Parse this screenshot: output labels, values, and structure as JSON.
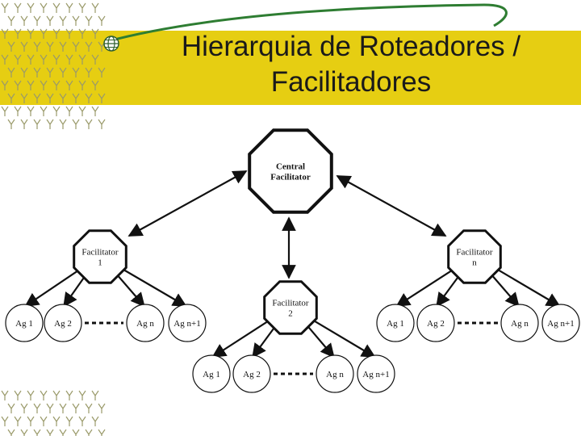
{
  "slide": {
    "title_line1": "Hierarquia de Roteadores /",
    "title_line2": "Facilitadores",
    "bullet_icon": "globe-bullet-icon",
    "colors": {
      "title_band": "#e6ce12",
      "swoosh": "#2e7d32",
      "pattern": "#9a9a6a",
      "node_stroke": "#111111"
    }
  },
  "diagram": {
    "central": [
      "Central",
      "Facilitator"
    ],
    "facilitators": [
      {
        "id": "f1",
        "label": [
          "Facilitator",
          "1"
        ]
      },
      {
        "id": "f2",
        "label": [
          "Facilitator",
          "2"
        ]
      },
      {
        "id": "fn",
        "label": [
          "Facilitator",
          "n"
        ]
      }
    ],
    "agents": [
      {
        "parent": "f1",
        "labels": [
          "Ag 1",
          "Ag 2",
          "Ag n",
          "Ag  n+1"
        ]
      },
      {
        "parent": "f2",
        "labels": [
          "Ag 1",
          "Ag 2",
          "Ag n",
          "Ag  n+1"
        ]
      },
      {
        "parent": "fn",
        "labels": [
          "Ag 1",
          "Ag 2",
          "Ag n",
          "Ag  n+1"
        ]
      }
    ]
  }
}
